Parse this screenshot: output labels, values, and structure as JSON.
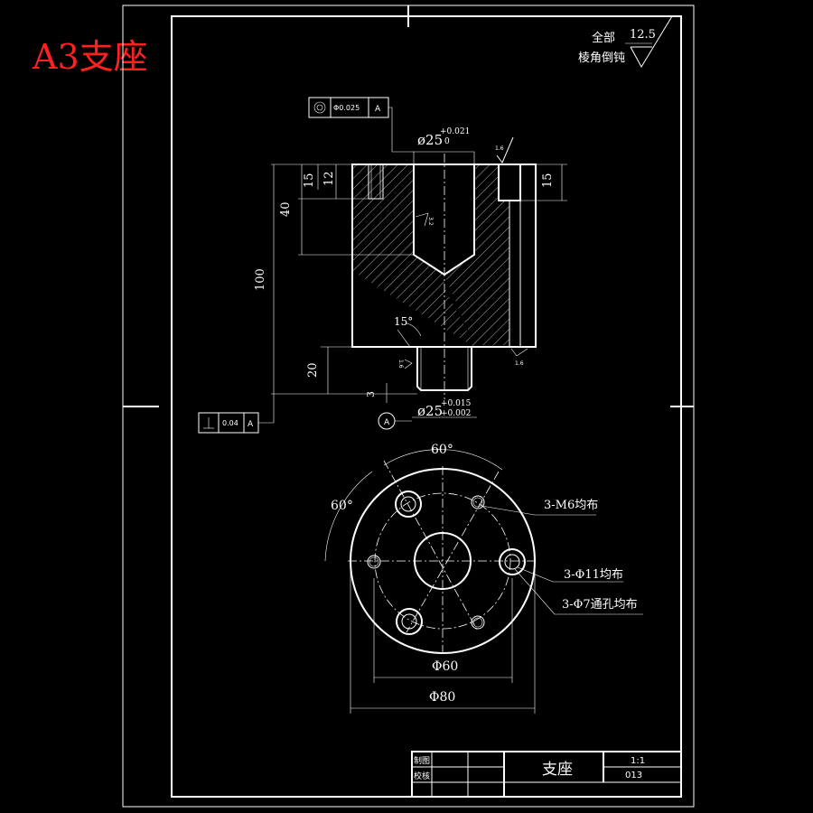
{
  "title_label": "A3支座",
  "roughness_note": {
    "line1": "全部",
    "line2": "棱角倒钝",
    "value": "12.5"
  },
  "dimensions": {
    "bore_top": "ø25",
    "bore_top_upper": "+0.021",
    "bore_top_lower": "0",
    "bore_bottom": "ø25",
    "bore_bottom_upper": "+0.015",
    "bore_bottom_lower": "+0.002",
    "d15_left": "15",
    "d12": "12",
    "d40": "40",
    "d100": "100",
    "d20": "20",
    "d3": "3",
    "d15_right": "15",
    "angle_15": "15°",
    "angle_60_top": "60°",
    "angle_60_left": "60°",
    "phi60": "Φ60",
    "phi80": "Φ80"
  },
  "roughness_marks": {
    "r_top_right": "1.6",
    "r_bore": "3.2",
    "r_shaft": "1.6",
    "r_right_bottom": "1.6"
  },
  "tolerances": {
    "concentricity": {
      "value": "Φ0.025",
      "datum": "A"
    },
    "perpendicularity": {
      "value": "0.04",
      "datum": "A"
    },
    "datum_label": "A"
  },
  "callouts": {
    "m6": "3-M6均布",
    "phi11": "3-Φ11均布",
    "phi7": "3-Φ7通孔均布"
  },
  "title_block": {
    "drawn_label": "制图",
    "checked_label": "校核",
    "part_name": "支座",
    "scale": "1:1",
    "drawing_no": "013"
  }
}
